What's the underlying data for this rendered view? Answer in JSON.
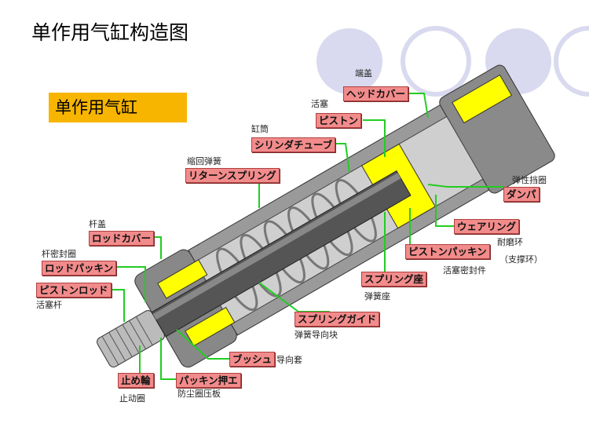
{
  "title": "单作用气缸构造图",
  "subtitle": "单作用气缸",
  "labels": {
    "head_cover": {
      "jp": "ヘッドカバー",
      "cn": "端盖"
    },
    "piston": {
      "jp": "ピストン",
      "cn": "活塞"
    },
    "cylinder_tube": {
      "jp": "シリンダチューブ",
      "cn": "缸筒"
    },
    "return_spring": {
      "jp": "リターンスプリング",
      "cn": "缩回弹簧"
    },
    "damper": {
      "jp": "ダンパ",
      "cn": "弹性挡圈"
    },
    "rod_cover": {
      "jp": "ロッドカバー",
      "cn": "杆盖"
    },
    "rod_packing": {
      "jp": "ロッドパッキン",
      "cn": "杆密封圈"
    },
    "piston_rod": {
      "jp": "ピストンロッド",
      "cn": "活塞杆"
    },
    "wear_ring": {
      "jp": "ウェアリング",
      "cn": "耐磨环",
      "cn2": "（支撑环）"
    },
    "piston_packing": {
      "jp": "ピストンパッキン",
      "cn": "活塞密封件"
    },
    "spring_seat": {
      "jp": "スプリング座",
      "cn": "弹簧座"
    },
    "spring_guide": {
      "jp": "スプリングガイド",
      "cn": "弹簧导向块"
    },
    "bush": {
      "jp": "ブッシュ",
      "cn": "导向套"
    },
    "retaining_ring": {
      "jp": "止め輪",
      "cn": "止动圈"
    },
    "packing_retainer": {
      "jp": "パッキン押エ",
      "cn": "防尘圈压板"
    }
  },
  "colors": {
    "accent": "#f7b500",
    "label_bg": "#f28b8b",
    "leader": "#22cc22",
    "section": "#ffff00"
  }
}
